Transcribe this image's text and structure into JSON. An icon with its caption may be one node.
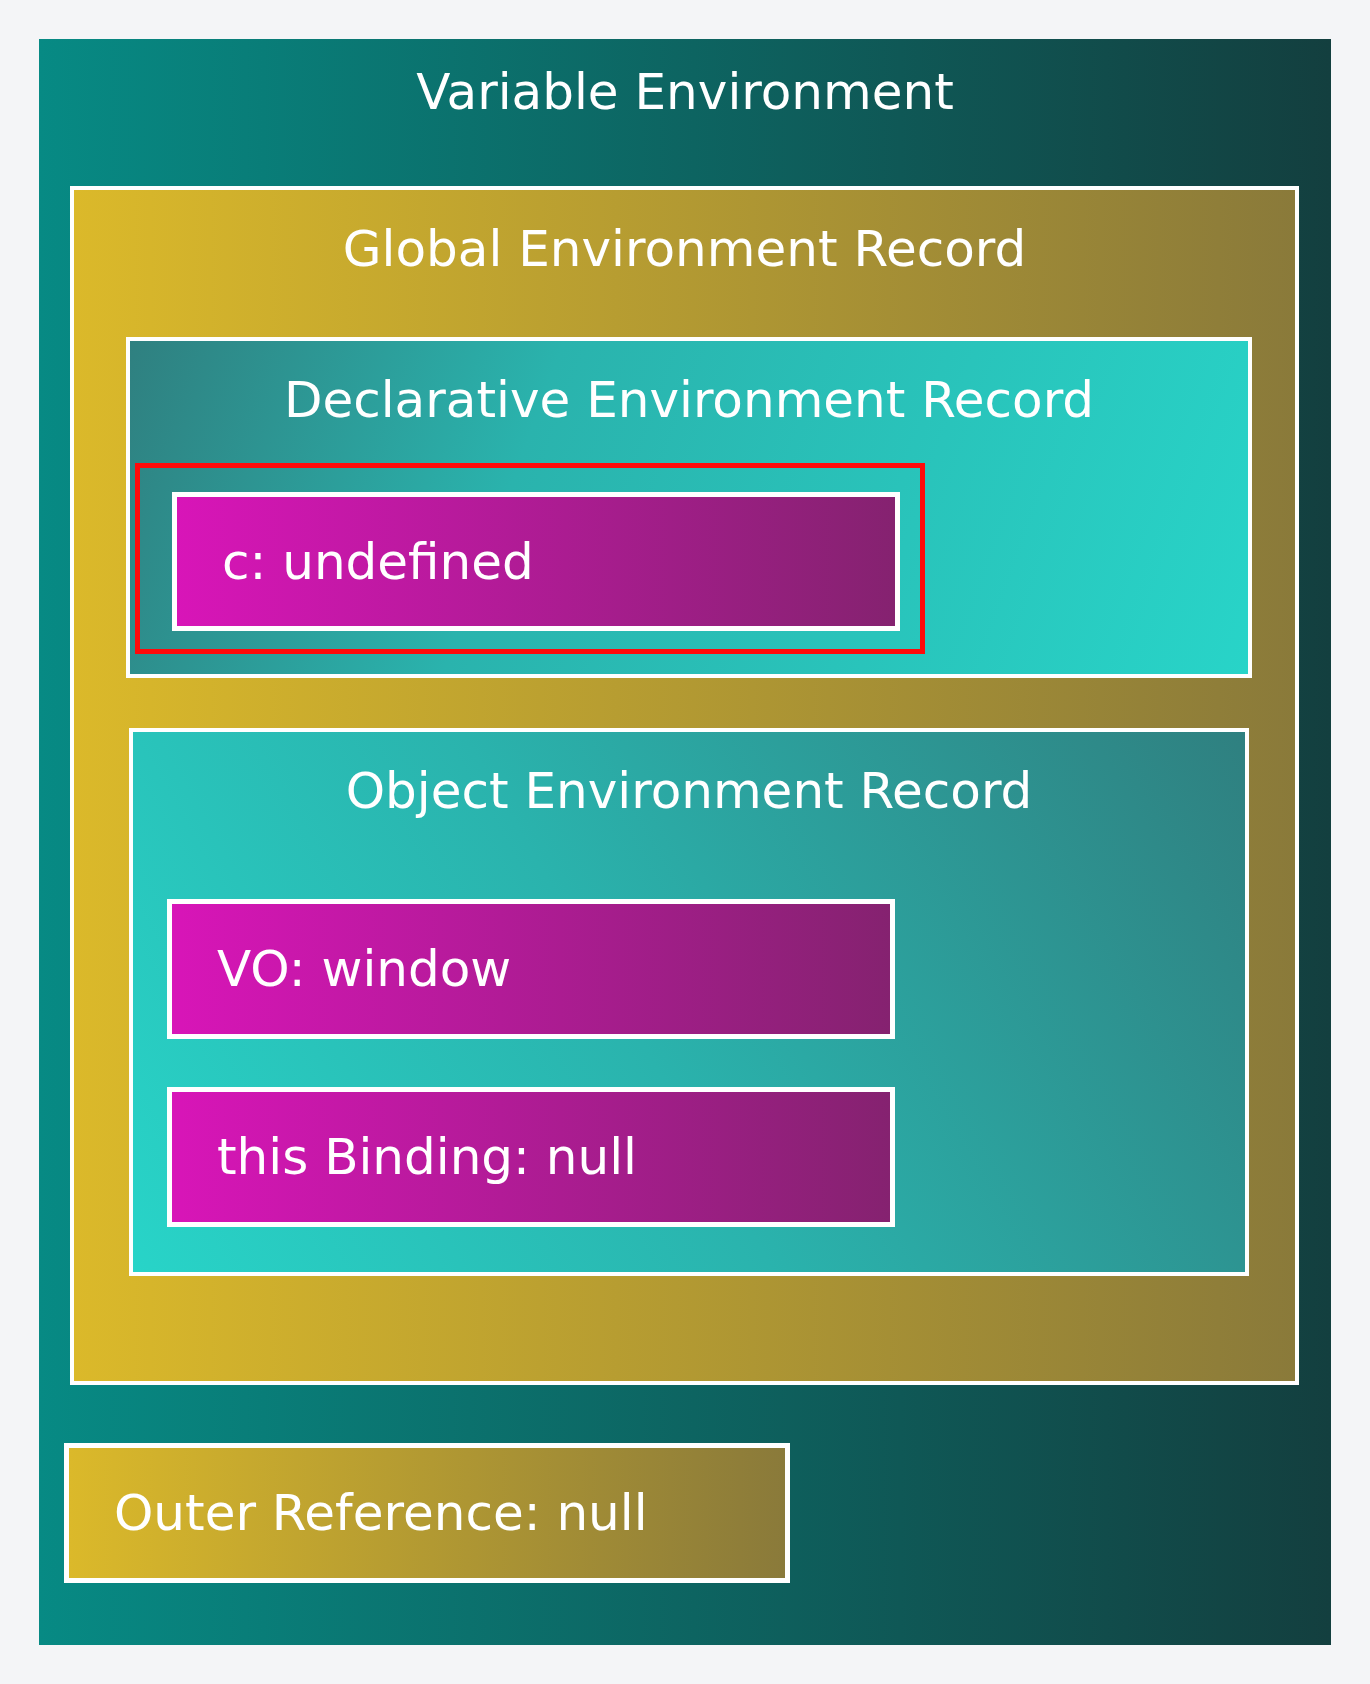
{
  "diagram": {
    "nodes": [
      {
        "text": [
          "Variable Environment"
        ]
      },
      {
        "text": [
          "Global Environment Record"
        ],
        "in": 0
      },
      {
        "text": [
          "Declarative Environment Record"
        ],
        "in": 1
      },
      {
        "text": [],
        "shape": "box",
        "in": 2
      },
      {
        "text": [
          "c: undefined"
        ],
        "in": 3
      },
      {
        "text": [
          "Object Environment Record"
        ],
        "in": 1
      },
      {
        "text": [
          "VO: window"
        ],
        "in": 5
      },
      {
        "text": [
          "this Binding: null"
        ],
        "in": 5
      },
      {
        "text": [
          "Outer Reference: null"
        ],
        "in": 0
      }
    ]
  }
}
